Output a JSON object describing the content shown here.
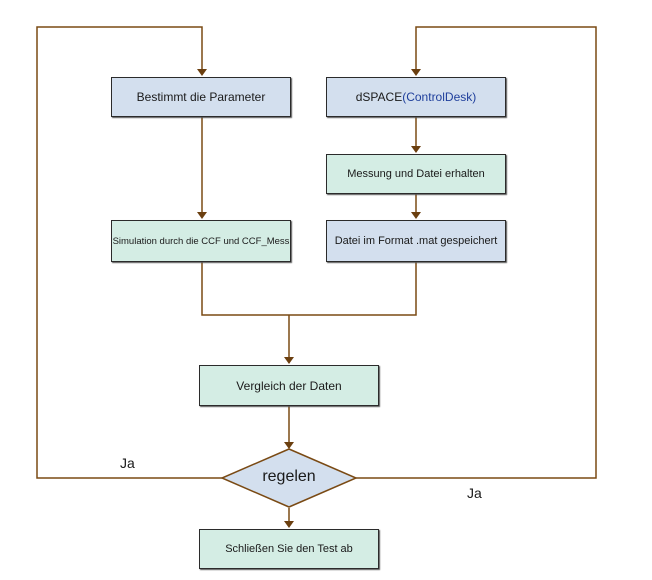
{
  "nodes": {
    "params": {
      "text": "Bestimmt die Parameter"
    },
    "dspace": {
      "text": "dSPACE",
      "text_accent": "(ControlDesk)"
    },
    "messung": {
      "text": "Messung und Datei erhalten"
    },
    "simulation": {
      "text": "Simulation durch die CCF und CCF_Mess"
    },
    "datei": {
      "text": "Datei im Format .mat gespeichert"
    },
    "vergleich": {
      "text": "Vergleich der Daten"
    },
    "regeln": {
      "text": "regelen"
    },
    "ende": {
      "text": "Schließen Sie den Test ab"
    }
  },
  "edge_labels": {
    "left_yes": "Ja",
    "right_yes": "Ja"
  },
  "colors": {
    "edge": "#7a4a14",
    "blue_fill": "#d3dfee",
    "green_fill": "#d4ede4",
    "accent_text": "#1f3f9c"
  }
}
